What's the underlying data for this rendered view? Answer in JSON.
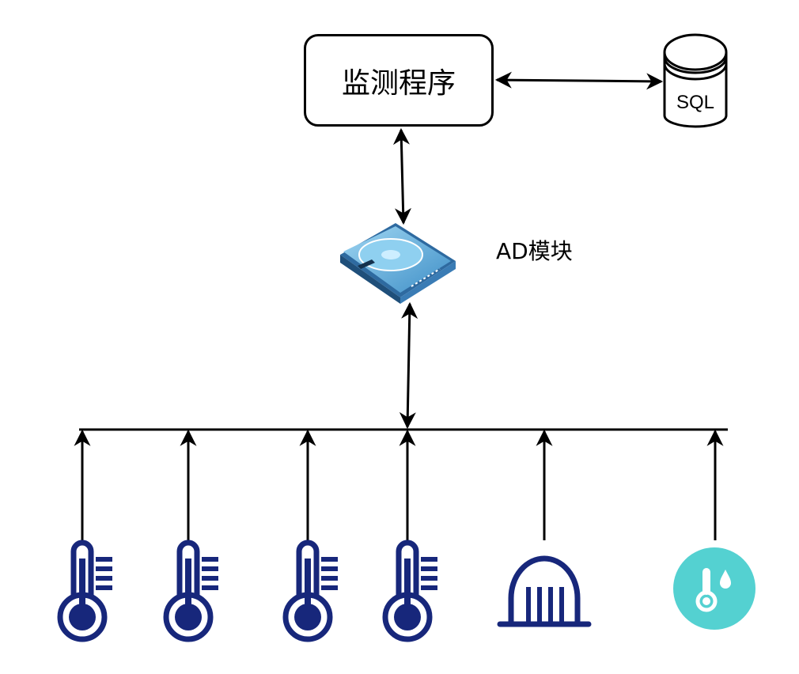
{
  "nodes": {
    "monitor_program": "监测程序",
    "database": "SQL",
    "ad_module": "AD模块"
  },
  "sensors": [
    {
      "kind": "thermometer-icon"
    },
    {
      "kind": "thermometer-icon"
    },
    {
      "kind": "thermometer-icon"
    },
    {
      "kind": "thermometer-icon"
    },
    {
      "kind": "rain-gauge-icon"
    },
    {
      "kind": "humidity-sensor-icon"
    }
  ],
  "colors": {
    "line": "#000000",
    "sensor_navy": "#17277b",
    "humidity_teal": "#54d1d1",
    "disk_blue": "#5ba9d9"
  }
}
